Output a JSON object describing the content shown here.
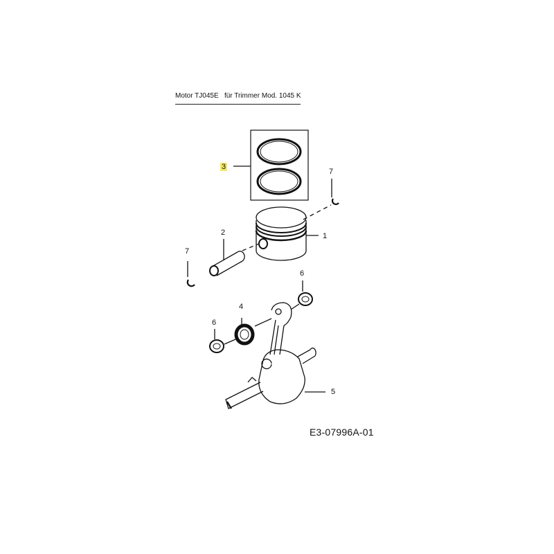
{
  "header": {
    "title": "Motor TJ045E   für Trimmer Mod. 1045 K"
  },
  "callouts": [
    {
      "number": "3",
      "part": "piston-ring-set",
      "highlighted": true,
      "highlight_color": "#f5e86a"
    },
    {
      "number": "7",
      "part": "circlip-right"
    },
    {
      "number": "1",
      "part": "piston"
    },
    {
      "number": "2",
      "part": "piston-pin"
    },
    {
      "number": "7",
      "part": "circlip-left"
    },
    {
      "number": "6",
      "part": "washer-right"
    },
    {
      "number": "4",
      "part": "needle-bearing"
    },
    {
      "number": "6",
      "part": "washer-left"
    },
    {
      "number": "5",
      "part": "crankshaft"
    }
  ],
  "footer": {
    "diagram_code": "E3-07996A-01"
  }
}
